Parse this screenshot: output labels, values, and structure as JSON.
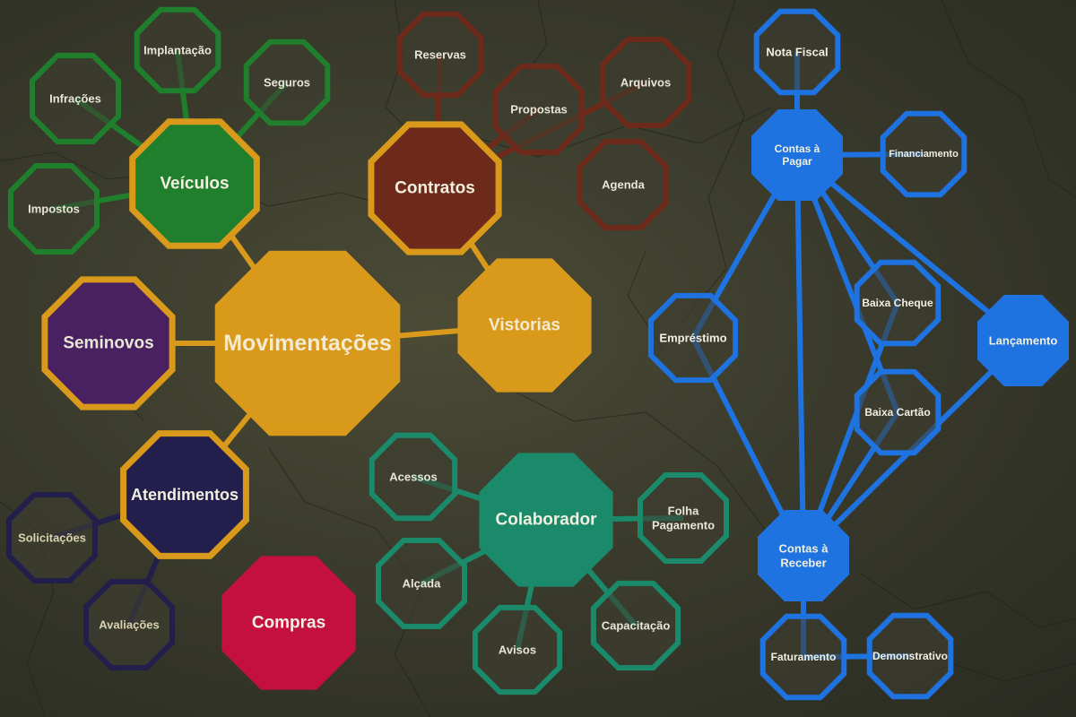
{
  "diagram": {
    "nodes": [
      {
        "id": "movimentacoes",
        "lines": [
          "Movimentações"
        ],
        "color": "#d99a1b",
        "fill": "#d99a1b",
        "text_color": "#f4ead0"
      },
      {
        "id": "veiculos",
        "lines": [
          "Veículos"
        ],
        "color": "#d99a1b",
        "fill": "#1f7f2c",
        "text_color": "#f1efe0"
      },
      {
        "id": "implantacao",
        "lines": [
          "Implantação"
        ],
        "color": "#1f7f2c",
        "fill": "none",
        "text_color": "#e8e6d6"
      },
      {
        "id": "seguros",
        "lines": [
          "Seguros"
        ],
        "color": "#1f7f2c",
        "fill": "none",
        "text_color": "#e8e6d6"
      },
      {
        "id": "infracoes",
        "lines": [
          "Infrações"
        ],
        "color": "#1f7f2c",
        "fill": "none",
        "text_color": "#e8e6d6"
      },
      {
        "id": "impostos",
        "lines": [
          "Impostos"
        ],
        "color": "#1f7f2c",
        "fill": "none",
        "text_color": "#e8e6d6"
      },
      {
        "id": "contratos",
        "lines": [
          "Contratos"
        ],
        "color": "#d99a1b",
        "fill": "#6d2a1a",
        "text_color": "#f1efe0"
      },
      {
        "id": "reservas",
        "lines": [
          "Reservas"
        ],
        "color": "#6d2a1a",
        "fill": "none",
        "text_color": "#e8e6d6"
      },
      {
        "id": "propostas",
        "lines": [
          "Propostas"
        ],
        "color": "#6d2a1a",
        "fill": "none",
        "text_color": "#e8e6d6"
      },
      {
        "id": "arquivos",
        "lines": [
          "Arquivos"
        ],
        "color": "#6d2a1a",
        "fill": "none",
        "text_color": "#e8e6d6"
      },
      {
        "id": "agenda",
        "lines": [
          "Agenda"
        ],
        "color": "#6d2a1a",
        "fill": "none",
        "text_color": "#e8e6d6"
      },
      {
        "id": "vistorias",
        "lines": [
          "Vistorias"
        ],
        "color": "#d99a1b",
        "fill": "#d99a1b",
        "text_color": "#f4ead0"
      },
      {
        "id": "seminovos",
        "lines": [
          "Seminovos"
        ],
        "color": "#d99a1b",
        "fill": "#4a2160",
        "text_color": "#e8e6d6"
      },
      {
        "id": "atendimentos",
        "lines": [
          "Atendimentos"
        ],
        "color": "#d99a1b",
        "fill": "#231f4d",
        "text_color": "#f1efe0"
      },
      {
        "id": "solicitacoes",
        "lines": [
          "Solicitações"
        ],
        "color": "#231f4d",
        "fill": "none",
        "text_color": "#d9d2b0"
      },
      {
        "id": "avaliacoes",
        "lines": [
          "Avaliações"
        ],
        "color": "#231f4d",
        "fill": "none",
        "text_color": "#d9d2b0"
      },
      {
        "id": "compras",
        "lines": [
          "Compras"
        ],
        "color": "#c4103d",
        "fill": "#c4103d",
        "text_color": "#f1efe0"
      },
      {
        "id": "colaborador",
        "lines": [
          "Colaborador"
        ],
        "color": "#1a8a6a",
        "fill": "#1a8a6a",
        "text_color": "#f1efe0"
      },
      {
        "id": "acessos",
        "lines": [
          "Acessos"
        ],
        "color": "#1a8a6a",
        "fill": "none",
        "text_color": "#e8e6d6"
      },
      {
        "id": "alcada",
        "lines": [
          "Alçada"
        ],
        "color": "#1a8a6a",
        "fill": "none",
        "text_color": "#e8e6d6"
      },
      {
        "id": "avisos",
        "lines": [
          "Avisos"
        ],
        "color": "#1a8a6a",
        "fill": "none",
        "text_color": "#e8e6d6"
      },
      {
        "id": "capacitacao",
        "lines": [
          "Capacitação"
        ],
        "color": "#1a8a6a",
        "fill": "none",
        "text_color": "#e8e6d6"
      },
      {
        "id": "folha-pagamento",
        "lines": [
          "Folha",
          "Pagamento"
        ],
        "color": "#1a8a6a",
        "fill": "none",
        "text_color": "#e8e6d6"
      },
      {
        "id": "nota-fiscal",
        "lines": [
          "Nota Fiscal"
        ],
        "color": "#1e73e0",
        "fill": "none",
        "text_color": "#f1efe0"
      },
      {
        "id": "contas-pagar",
        "lines": [
          "Contas à",
          "Pagar"
        ],
        "color": "#1e73e0",
        "fill": "#1e73e0",
        "text_color": "#f1efe0"
      },
      {
        "id": "financiamento",
        "lines": [
          "Financiamento"
        ],
        "color": "#1e73e0",
        "fill": "none",
        "text_color": "#f1efe0"
      },
      {
        "id": "emprestimo",
        "lines": [
          "Empréstimo"
        ],
        "color": "#1e73e0",
        "fill": "none",
        "text_color": "#f1efe0"
      },
      {
        "id": "baixa-cheque",
        "lines": [
          "Baixa Cheque"
        ],
        "color": "#1e73e0",
        "fill": "none",
        "text_color": "#f1efe0"
      },
      {
        "id": "baixa-cartao",
        "lines": [
          "Baixa Cartão"
        ],
        "color": "#1e73e0",
        "fill": "none",
        "text_color": "#f1efe0"
      },
      {
        "id": "lancamento",
        "lines": [
          "Lançamento"
        ],
        "color": "#1e73e0",
        "fill": "#1e73e0",
        "text_color": "#f1efe0"
      },
      {
        "id": "contas-receber",
        "lines": [
          "Contas à",
          "Receber"
        ],
        "color": "#1e73e0",
        "fill": "#1e73e0",
        "text_color": "#f1efe0"
      },
      {
        "id": "faturamento",
        "lines": [
          "Faturamento"
        ],
        "color": "#1e73e0",
        "fill": "none",
        "text_color": "#f1efe0"
      },
      {
        "id": "demonstrativo",
        "lines": [
          "Demonstrativo"
        ],
        "color": "#1e73e0",
        "fill": "none",
        "text_color": "#f1efe0"
      }
    ],
    "edges": [
      {
        "from": "movimentacoes",
        "to": "veiculos",
        "color": "#d99a1b"
      },
      {
        "from": "movimentacoes",
        "to": "seminovos",
        "color": "#d99a1b"
      },
      {
        "from": "movimentacoes",
        "to": "vistorias",
        "color": "#d99a1b"
      },
      {
        "from": "movimentacoes",
        "to": "atendimentos",
        "color": "#d99a1b"
      },
      {
        "from": "vistorias",
        "to": "contratos",
        "color": "#d99a1b"
      },
      {
        "from": "veiculos",
        "to": "implantacao",
        "color": "#1f7f2c"
      },
      {
        "from": "veiculos",
        "to": "seguros",
        "color": "#1f7f2c"
      },
      {
        "from": "veiculos",
        "to": "infracoes",
        "color": "#1f7f2c"
      },
      {
        "from": "veiculos",
        "to": "impostos",
        "color": "#1f7f2c"
      },
      {
        "from": "contratos",
        "to": "reservas",
        "color": "#6d2a1a"
      },
      {
        "from": "contratos",
        "to": "propostas",
        "color": "#6d2a1a"
      },
      {
        "from": "contratos",
        "to": "arquivos",
        "color": "#6d2a1a"
      },
      {
        "from": "atendimentos",
        "to": "solicitacoes",
        "color": "#231f4d"
      },
      {
        "from": "atendimentos",
        "to": "avaliacoes",
        "color": "#231f4d"
      },
      {
        "from": "colaborador",
        "to": "acessos",
        "color": "#1a8a6a"
      },
      {
        "from": "colaborador",
        "to": "alcada",
        "color": "#1a8a6a"
      },
      {
        "from": "colaborador",
        "to": "avisos",
        "color": "#1a8a6a"
      },
      {
        "from": "colaborador",
        "to": "capacitacao",
        "color": "#1a8a6a"
      },
      {
        "from": "colaborador",
        "to": "folha-pagamento",
        "color": "#1a8a6a"
      },
      {
        "from": "contas-pagar",
        "to": "nota-fiscal",
        "color": "#1e73e0"
      },
      {
        "from": "contas-pagar",
        "to": "financiamento",
        "color": "#1e73e0"
      },
      {
        "from": "contas-pagar",
        "to": "emprestimo",
        "color": "#1e73e0"
      },
      {
        "from": "contas-pagar",
        "to": "baixa-cheque",
        "color": "#1e73e0"
      },
      {
        "from": "contas-pagar",
        "to": "baixa-cartao",
        "color": "#1e73e0"
      },
      {
        "from": "contas-pagar",
        "to": "lancamento",
        "color": "#1e73e0"
      },
      {
        "from": "contas-pagar",
        "to": "contas-receber",
        "color": "#1e73e0"
      },
      {
        "from": "contas-receber",
        "to": "emprestimo",
        "color": "#1e73e0"
      },
      {
        "from": "contas-receber",
        "to": "baixa-cheque",
        "color": "#1e73e0"
      },
      {
        "from": "contas-receber",
        "to": "baixa-cartao",
        "color": "#1e73e0"
      },
      {
        "from": "contas-receber",
        "to": "lancamento",
        "color": "#1e73e0"
      },
      {
        "from": "contas-receber",
        "to": "faturamento",
        "color": "#1e73e0"
      },
      {
        "from": "faturamento",
        "to": "demonstrativo",
        "color": "#1e73e0"
      }
    ]
  }
}
